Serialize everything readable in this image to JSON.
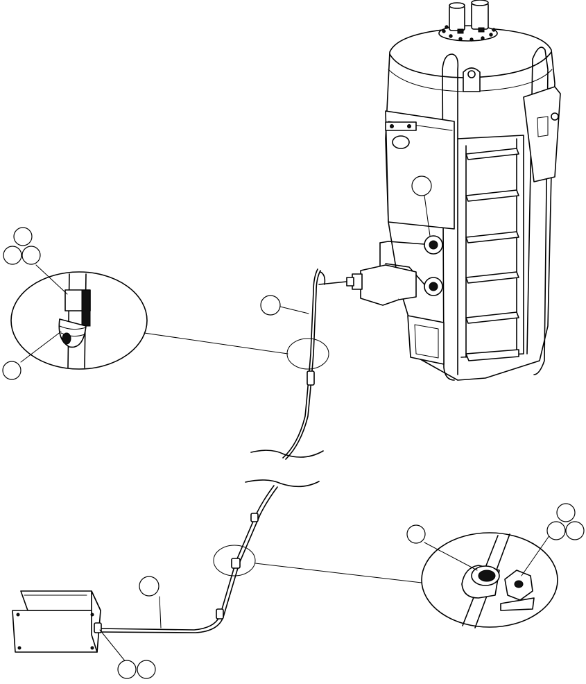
{
  "diagram": {
    "callouts": [
      {
        "id": "c1",
        "label": ""
      },
      {
        "id": "c2",
        "label": ""
      },
      {
        "id": "c3",
        "label": ""
      },
      {
        "id": "c4",
        "label": ""
      },
      {
        "id": "c5",
        "label": ""
      },
      {
        "id": "c6",
        "label": ""
      },
      {
        "id": "c7",
        "label": ""
      },
      {
        "id": "c8",
        "label": ""
      },
      {
        "id": "c9",
        "label": ""
      },
      {
        "id": "c10",
        "label": ""
      },
      {
        "id": "c11",
        "label": ""
      },
      {
        "id": "c12",
        "label": ""
      },
      {
        "id": "c13",
        "label": ""
      },
      {
        "id": "c14",
        "label": ""
      }
    ]
  }
}
